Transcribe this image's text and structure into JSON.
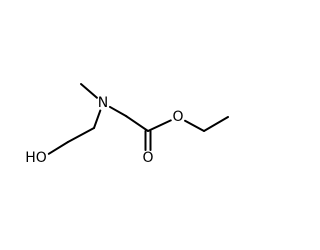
{
  "molecule": {
    "atoms": [
      {
        "id": "O1",
        "label": "HO"
      },
      {
        "id": "C1",
        "label": ""
      },
      {
        "id": "C2",
        "label": ""
      },
      {
        "id": "N1",
        "label": "N"
      },
      {
        "id": "Cm",
        "label": ""
      },
      {
        "id": "C3",
        "label": ""
      },
      {
        "id": "C4",
        "label": ""
      },
      {
        "id": "O2",
        "label": "O"
      },
      {
        "id": "O3",
        "label": "O"
      },
      {
        "id": "C5",
        "label": ""
      },
      {
        "id": "C6",
        "label": ""
      }
    ],
    "bonds": [
      {
        "from": "O1",
        "to": "C1",
        "order": 1
      },
      {
        "from": "C1",
        "to": "C2",
        "order": 1
      },
      {
        "from": "C2",
        "to": "N1",
        "order": 1
      },
      {
        "from": "N1",
        "to": "Cm",
        "order": 1
      },
      {
        "from": "N1",
        "to": "C3",
        "order": 1
      },
      {
        "from": "C3",
        "to": "C4",
        "order": 1
      },
      {
        "from": "C4",
        "to": "O2",
        "order": 2
      },
      {
        "from": "C4",
        "to": "O3",
        "order": 1
      },
      {
        "from": "O3",
        "to": "C5",
        "order": 1
      },
      {
        "from": "C5",
        "to": "C6",
        "order": 1
      }
    ]
  }
}
